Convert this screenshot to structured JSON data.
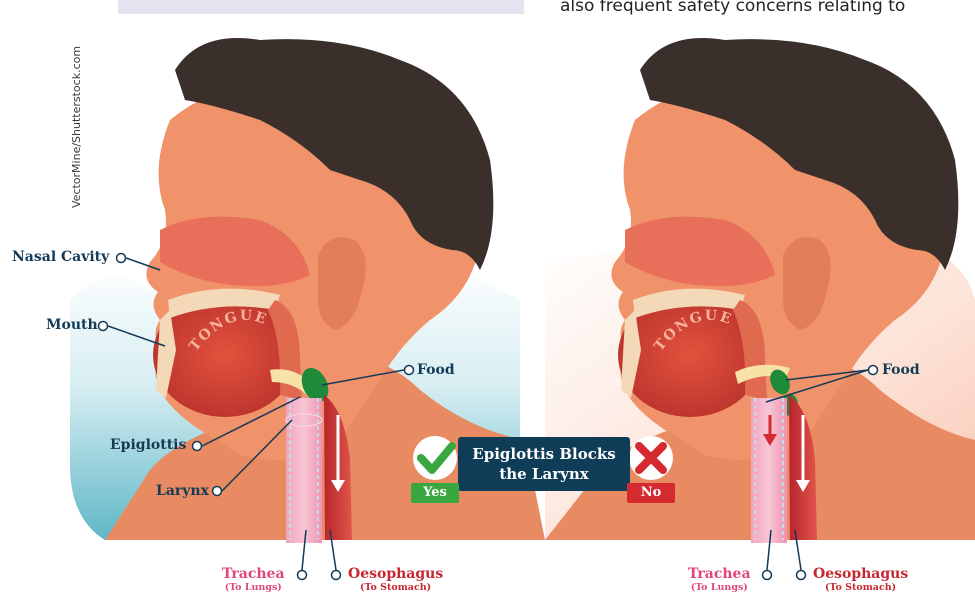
{
  "credit": "VectorMine/Shutterstock.com",
  "top_text": "also frequent safety concerns relating to",
  "left_panel": {
    "labels": {
      "nasal_cavity": "Nasal Cavity",
      "mouth": "Mouth",
      "tongue": "TONGUE",
      "food": "Food",
      "epiglottis": "Epiglottis",
      "larynx": "Larynx",
      "trachea": "Trachea",
      "trachea_sub": "(To Lungs)",
      "oesophagus": "Oesophagus",
      "oesophagus_sub": "(To Stomach)"
    },
    "badge": "Yes"
  },
  "right_panel": {
    "labels": {
      "tongue": "TONGUE",
      "food": "Food",
      "trachea": "Trachea",
      "trachea_sub": "(To Lungs)",
      "oesophagus": "Oesophagus",
      "oesophagus_sub": "(To Stomach)"
    },
    "badge": "No"
  },
  "banner": {
    "line1": "Epiglottis Blocks",
    "line2": "the Larynx"
  },
  "icons": {
    "yes": "check-icon",
    "no": "cross-icon"
  },
  "colors": {
    "navy": "#143a56",
    "trachea_pink": "#e0457b",
    "oesophagus_red": "#c8262f",
    "food_green": "#1f8a3a",
    "yes_green": "#3aa63f",
    "no_red": "#d42a30",
    "skin": "#f0936a",
    "hair": "#3a2f2b"
  }
}
